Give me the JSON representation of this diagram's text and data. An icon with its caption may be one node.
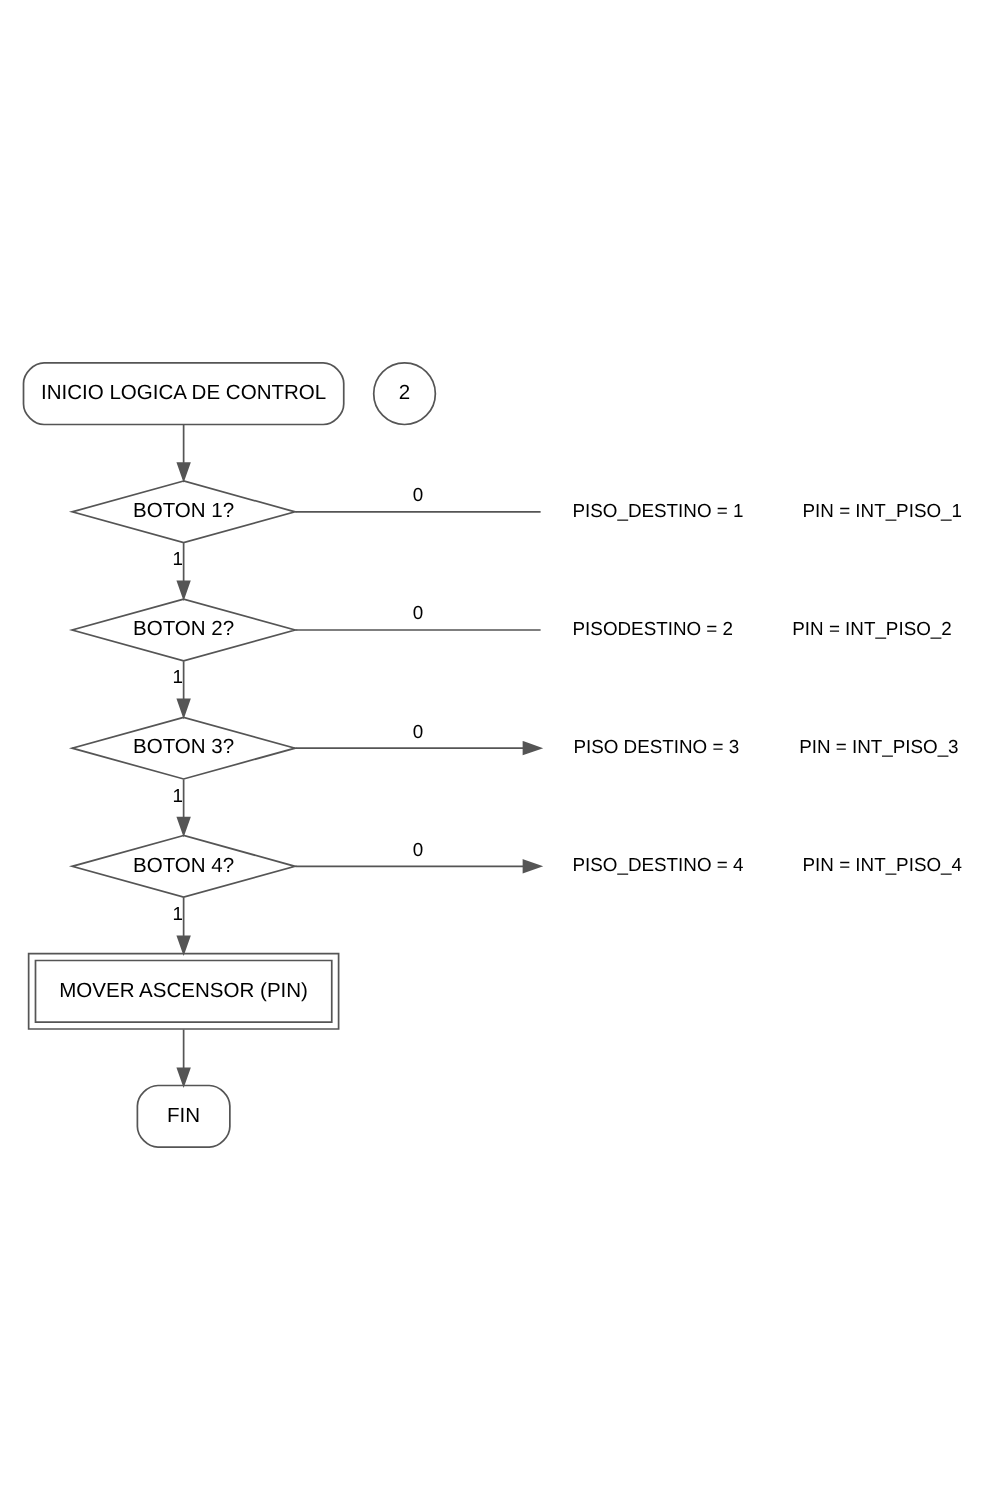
{
  "diagram": {
    "nodes": [
      {
        "text": [
          "INICIO LOGICA DE CONTROL"
        ],
        "beside": [
          "2"
        ]
      },
      {
        "text": [
          "BOTON 1?"
        ]
      },
      {
        "text": [
          "BOTON 2?"
        ]
      },
      {
        "text": [
          "BOTON 3?"
        ]
      },
      {
        "text": [
          "BOTON 4?"
        ]
      },
      {
        "text": [
          "MOVER ASCENSOR (PIN)"
        ]
      },
      {
        "text": [
          "FIN"
        ]
      }
    ],
    "edges": [
      {
        "from": 0,
        "to": 1,
        "arrow": "to"
      },
      {
        "from": 1,
        "to": 2,
        "arrow": "to",
        "label": "1"
      },
      {
        "from": 2,
        "to": 3,
        "arrow": "to",
        "label": "1"
      },
      {
        "from": 3,
        "to": 4,
        "arrow": "to",
        "label": "1"
      },
      {
        "from": 4,
        "to": 5,
        "arrow": "to",
        "label": "1"
      },
      {
        "from": 5,
        "to": 6,
        "arrow": "to"
      },
      {
        "from": 1,
        "to": null,
        "arrow": "none",
        "label": "0"
      },
      {
        "from": 2,
        "to": null,
        "arrow": "none",
        "label": "0"
      },
      {
        "from": 3,
        "to": null,
        "arrow": "to",
        "label": "0"
      },
      {
        "from": 4,
        "to": null,
        "arrow": "to",
        "label": "0"
      }
    ],
    "labels": [
      "PISO_DESTINO = 1",
      "PIN = INT_PISO_1",
      "PISODESTINO = 2",
      "PIN = INT_PISO_2",
      "PISO DESTINO = 3",
      "PIN = INT_PISO_3",
      "PISO_DESTINO = 4",
      "PIN = INT_PISO_4"
    ]
  }
}
